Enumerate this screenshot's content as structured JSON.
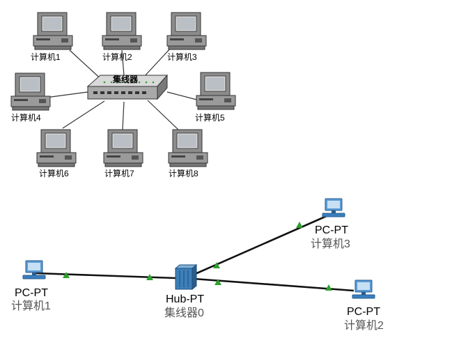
{
  "top_diagram": {
    "hub_label": "集线器",
    "computers": [
      {
        "id": "pc1",
        "label": "计算机1"
      },
      {
        "id": "pc2",
        "label": "计算机2"
      },
      {
        "id": "pc3",
        "label": "计算机3"
      },
      {
        "id": "pc4",
        "label": "计算机4"
      },
      {
        "id": "pc5",
        "label": "计算机5"
      },
      {
        "id": "pc6",
        "label": "计算机6"
      },
      {
        "id": "pc7",
        "label": "计算机7"
      },
      {
        "id": "pc8",
        "label": "计算机8"
      }
    ]
  },
  "bottom_diagram": {
    "hub": {
      "type": "Hub-PT",
      "name": "集线器0"
    },
    "pcs": [
      {
        "id": "pt1",
        "type": "PC-PT",
        "name": "计算机1"
      },
      {
        "id": "pt2",
        "type": "PC-PT",
        "name": "计算机2"
      },
      {
        "id": "pt3",
        "type": "PC-PT",
        "name": "计算机3"
      }
    ]
  },
  "colors": {
    "link_line": "#000000",
    "link_status": "#2ea02e",
    "pt_device": "#3a7fbf",
    "legacy_computer": "#555555"
  }
}
